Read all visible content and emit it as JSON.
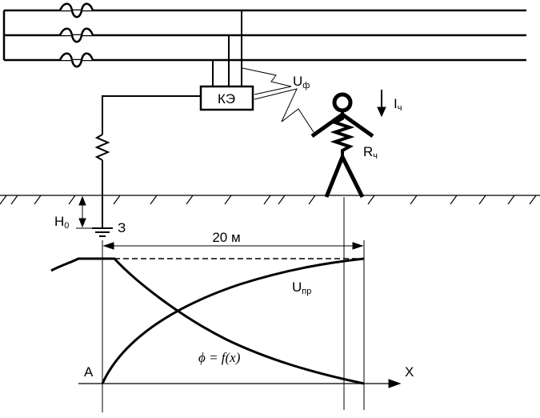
{
  "labels": {
    "box": "КЭ",
    "u_phase_main": "U",
    "u_phase_sub": "ф",
    "current_main": "I",
    "current_sub": "ч",
    "resistance_main": "R",
    "resistance_sub": "ч",
    "depth_main": "H",
    "depth_sub": "0",
    "ground_electrode": "З",
    "distance": "20 м",
    "u_touch_main": "U",
    "u_touch_sub": "пр",
    "phi": "ϕ",
    "phi_formula": " = f(x)",
    "origin": "A",
    "x_axis": "X"
  },
  "colors": {
    "line": "#000000",
    "background": "#ffffff"
  },
  "curves": {
    "potential_phi": "decreasing with distance x from electrode",
    "touch_voltage_upr": "increasing with distance x from electrode"
  }
}
